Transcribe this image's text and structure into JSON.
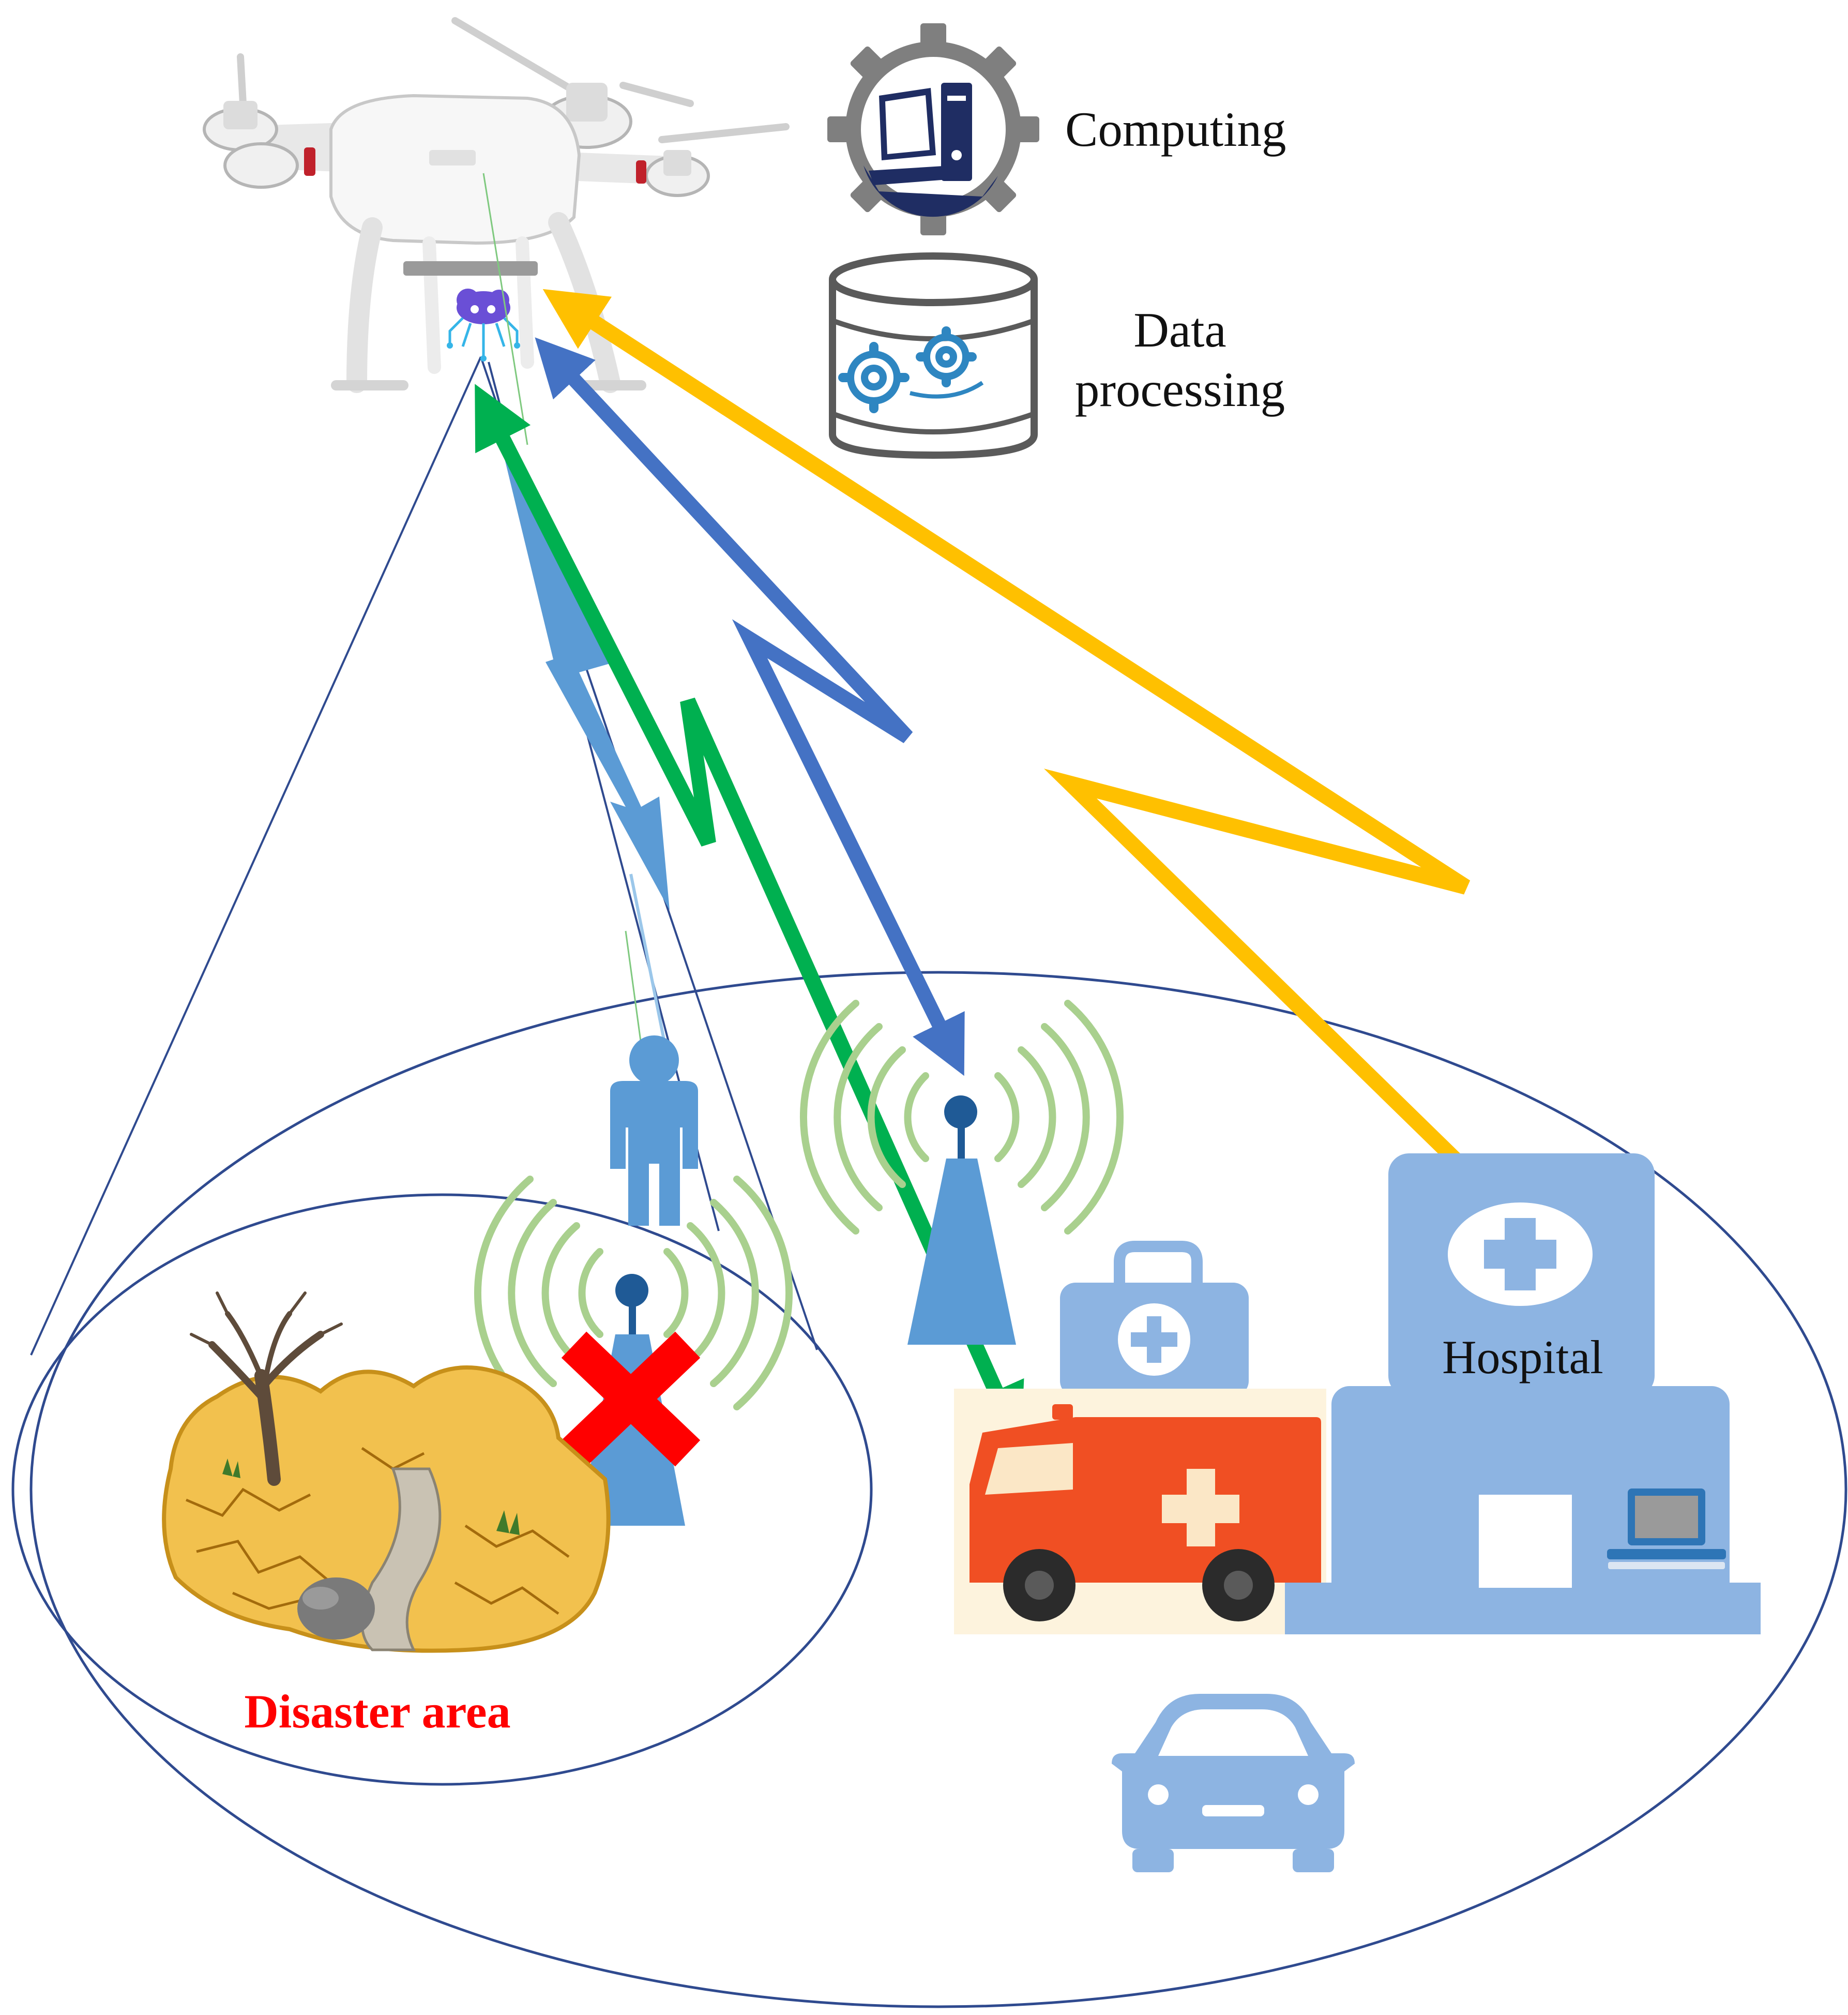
{
  "labels": {
    "computing": "Computing",
    "data_line1": "Data",
    "data_line2": "processing",
    "hospital": "Hospital",
    "disaster": "Disaster area"
  },
  "colors": {
    "yellow_link": "#ffc000",
    "blue_link": "#4472c4",
    "green_link": "#00b050",
    "signal_blue": "#5b9bd5",
    "disaster_text": "#ff0000",
    "hospital_blue": "#8db4e2",
    "ambulance_red": "#f04f23",
    "wave_green": "#a9d08e",
    "outline_navy": "#2f4a8f"
  },
  "icons": {
    "drone": "drone-icon",
    "computing": "gear-computer-icon",
    "data_processing": "database-gears-icon",
    "person": "person-icon",
    "base_station_ok": "cell-tower-icon",
    "base_station_failed": "failed-cell-tower-icon",
    "hospital": "hospital-icon",
    "ambulance": "ambulance-icon",
    "first_aid": "first-aid-kit-icon",
    "car": "car-icon",
    "laptop": "laptop-icon",
    "disaster": "disaster-scene-icon"
  }
}
